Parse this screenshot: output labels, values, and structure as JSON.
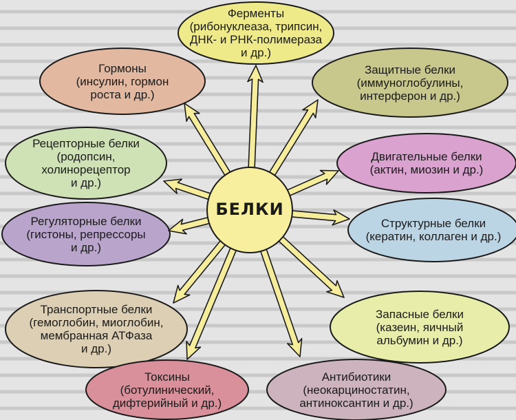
{
  "diagram": {
    "center": {
      "label": "БЕЛКИ",
      "fill": "#f7ee9e"
    },
    "arrow_fill": "#f5ec9c",
    "nodes": [
      {
        "id": "enzymes",
        "lines": [
          "Ферменты",
          "(рибонуклеаза, трипсин,",
          "ДНК- и РНК-полимераза",
          "и др.)"
        ],
        "fill": "#eeea8a"
      },
      {
        "id": "hormones",
        "lines": [
          "Гормоны",
          "(инсулин, гормон",
          "роста и др.)"
        ],
        "fill": "#e2b9a0"
      },
      {
        "id": "receptor",
        "lines": [
          "Рецепторные белки",
          "(родопсин,",
          "холинорецептор",
          "и др.)"
        ],
        "fill": "#cfe2b6"
      },
      {
        "id": "regulatory",
        "lines": [
          "Регуляторные белки",
          "(гистоны, репрессоры",
          "и др.)"
        ],
        "fill": "#b9a4cc"
      },
      {
        "id": "transport",
        "lines": [
          "Транспортные белки",
          "(гемоглобин, миоглобин,",
          "мембранная АТФаза",
          "и др.)"
        ],
        "fill": "#ddcfb3"
      },
      {
        "id": "toxins",
        "lines": [
          "Токсины",
          "(ботулинический,",
          "дифтерийный и др.)"
        ],
        "fill": "#d9909a"
      },
      {
        "id": "protective",
        "lines": [
          "Защитные белки",
          "(иммуноглобулины,",
          "интерферон и др.)"
        ],
        "fill": "#c8c78c"
      },
      {
        "id": "motor",
        "lines": [
          "Двигательные белки",
          "(актин, миозин и др.)"
        ],
        "fill": "#d9a2cf"
      },
      {
        "id": "structural",
        "lines": [
          "Структурные белки",
          "(кератин, коллаген и др.)"
        ],
        "fill": "#bcd5e4"
      },
      {
        "id": "storage",
        "lines": [
          "Запасные белки",
          "(казеин, яичный",
          "альбумин и др.)"
        ],
        "fill": "#e8eeaa"
      },
      {
        "id": "antibiotics",
        "lines": [
          "Антибиотики",
          "(неокарциностатин,",
          "антиноксантин и др.)"
        ],
        "fill": "#cdb3bd"
      }
    ]
  }
}
